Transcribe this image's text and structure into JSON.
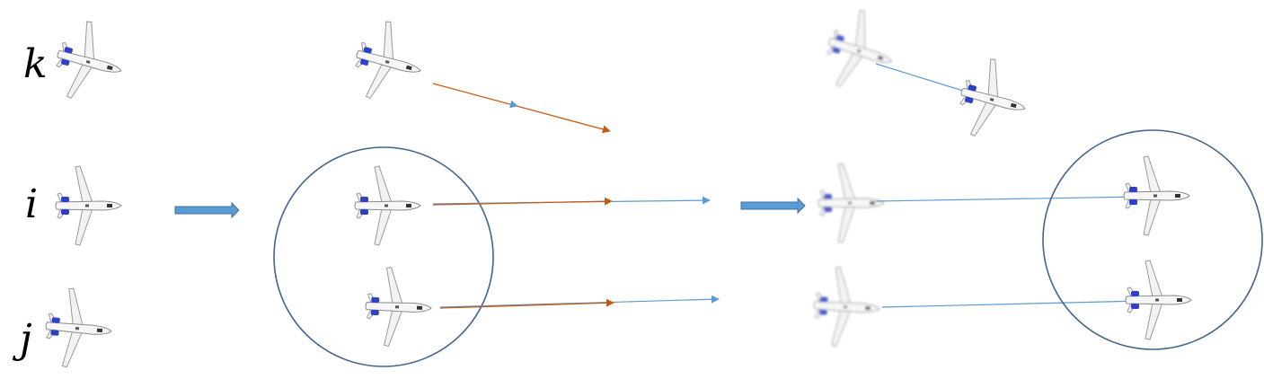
{
  "labels": {
    "k": "k",
    "i": "i",
    "j": "j"
  },
  "colors": {
    "orange": "#C55A11",
    "blue": "#5B9BD5",
    "circle": "#41648A",
    "step_arrow_fill": "#5B9BD5",
    "step_arrow_stroke": "#41719C",
    "plane_body": "#f2f2f2",
    "plane_engine": "#2E3FC8"
  },
  "icons": {
    "aircraft": "aircraft-icon",
    "step": "right-block-arrow-icon"
  }
}
